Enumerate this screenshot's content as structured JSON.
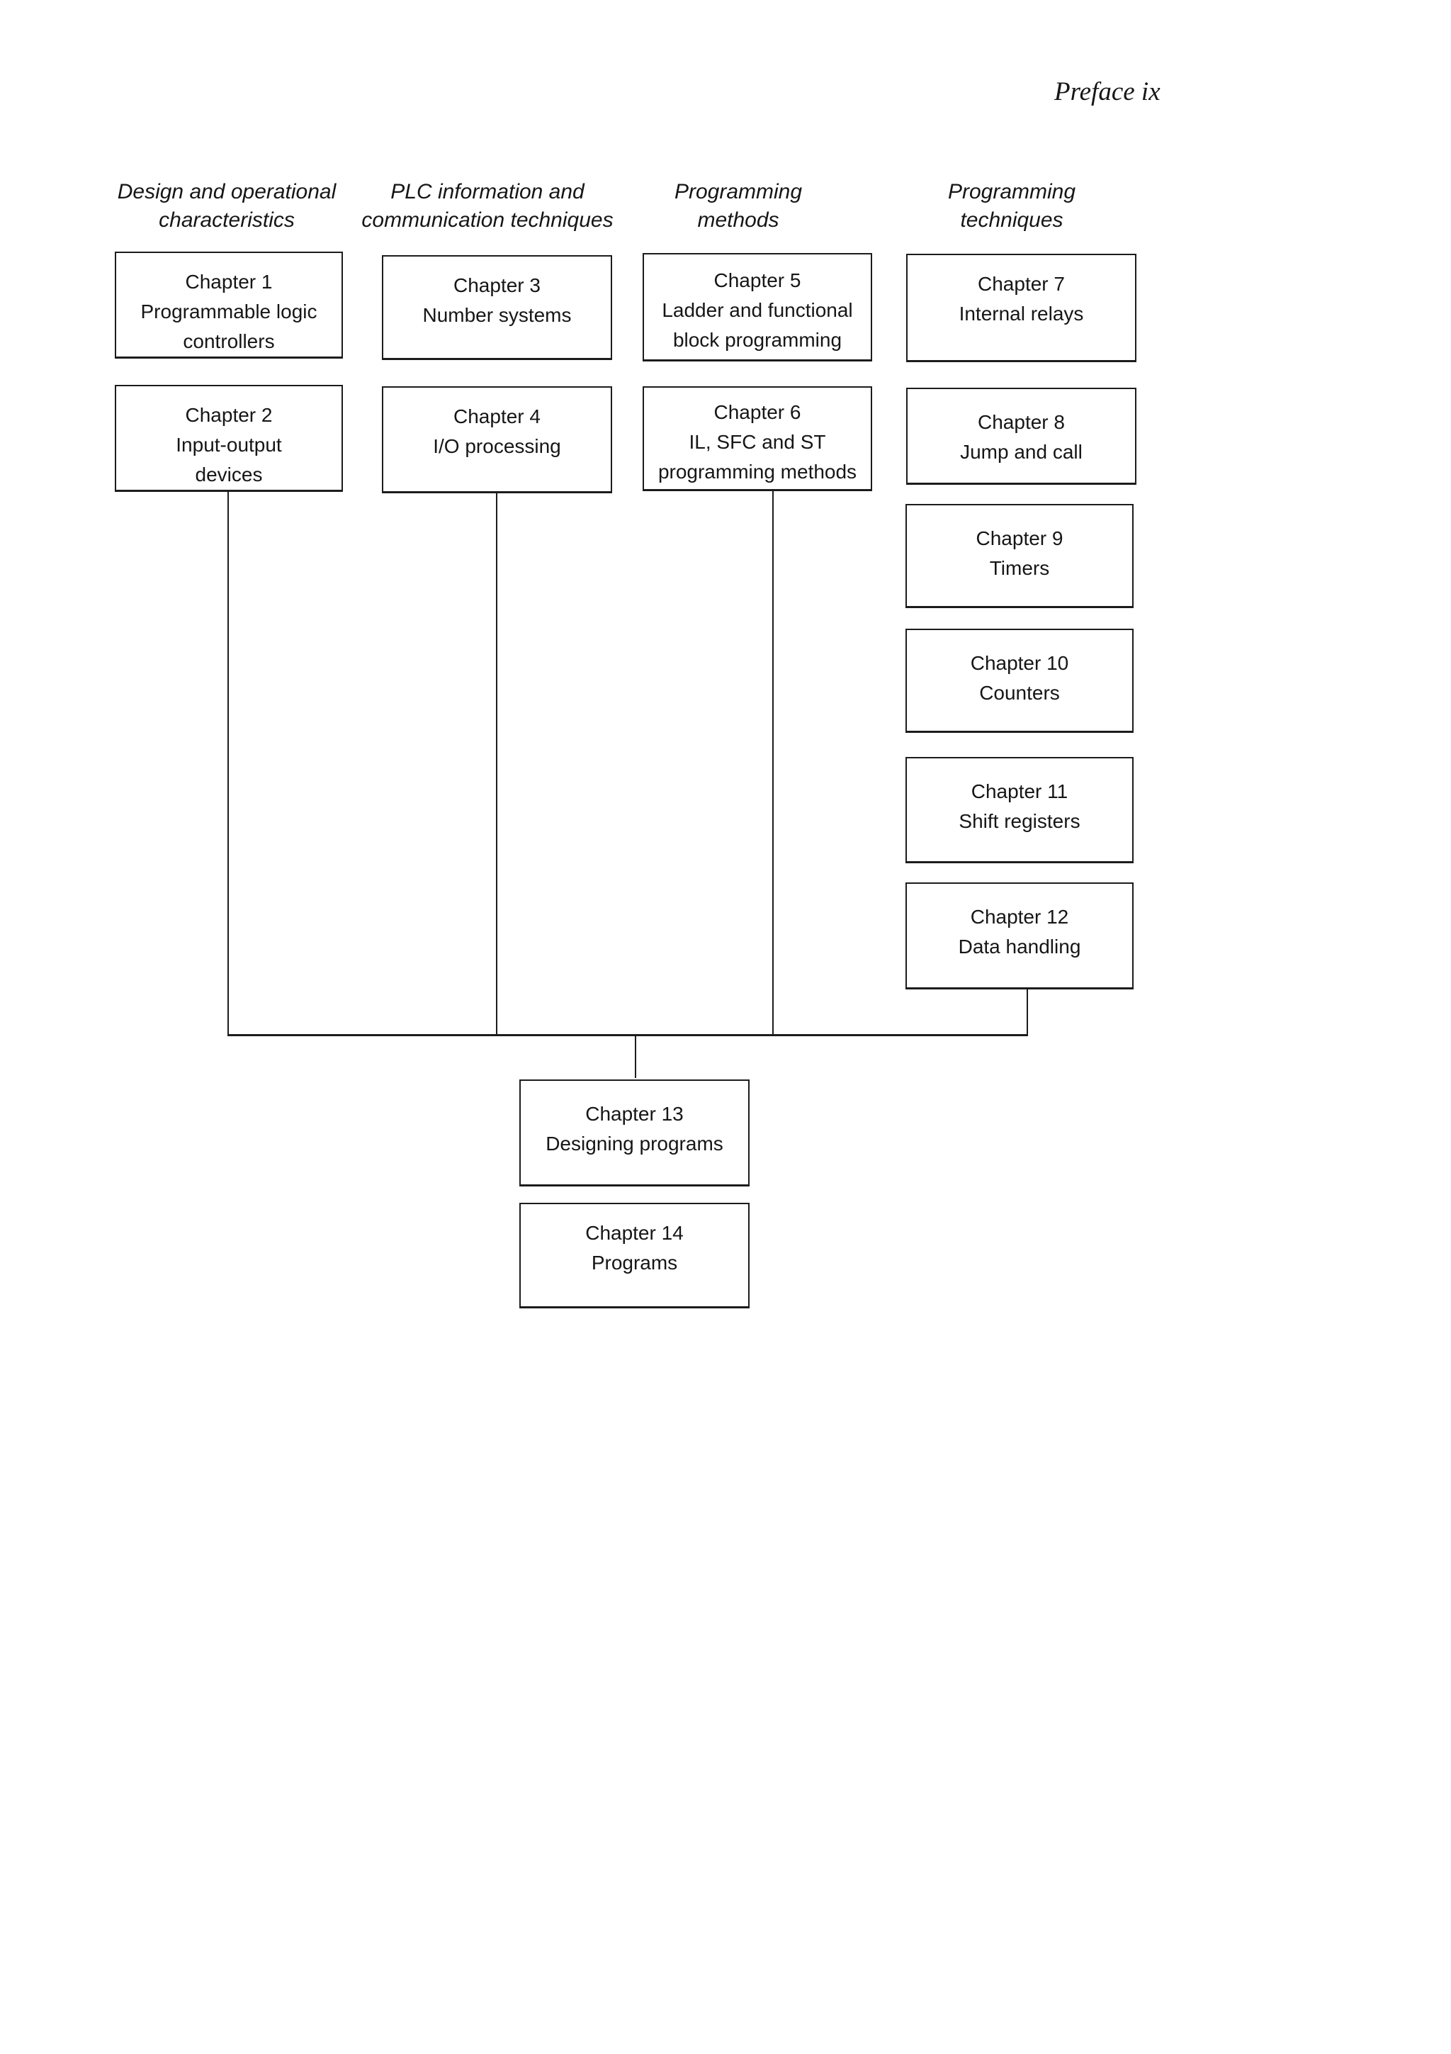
{
  "page_header": {
    "text": "Preface ix"
  },
  "column_headers": [
    {
      "line1": "Design and operational",
      "line2": "characteristics"
    },
    {
      "line1": "PLC information and",
      "line2": "communication techniques"
    },
    {
      "line1": "Programming",
      "line2": "methods"
    },
    {
      "line1": "Programming",
      "line2": "techniques"
    }
  ],
  "chapters": [
    {
      "title": "Chapter 1",
      "lines": [
        "Programmable logic",
        "controllers"
      ]
    },
    {
      "title": "Chapter 2",
      "lines": [
        "Input-output",
        "devices"
      ]
    },
    {
      "title": "Chapter 3",
      "lines": [
        "Number systems"
      ]
    },
    {
      "title": "Chapter 4",
      "lines": [
        "I/O processing"
      ]
    },
    {
      "title": "Chapter 5",
      "lines": [
        "Ladder and functional",
        "block programming"
      ]
    },
    {
      "title": "Chapter 6",
      "lines": [
        "IL, SFC and ST",
        "programming methods"
      ]
    },
    {
      "title": "Chapter 7",
      "lines": [
        "Internal relays"
      ]
    },
    {
      "title": "Chapter 8",
      "lines": [
        "Jump and call"
      ]
    },
    {
      "title": "Chapter 9",
      "lines": [
        "Timers"
      ]
    },
    {
      "title": "Chapter 10",
      "lines": [
        "Counters"
      ]
    },
    {
      "title": "Chapter 11",
      "lines": [
        "Shift registers"
      ]
    },
    {
      "title": "Chapter 12",
      "lines": [
        "Data handling"
      ]
    },
    {
      "title": "Chapter 13",
      "lines": [
        "Designing programs"
      ]
    },
    {
      "title": "Chapter 14",
      "lines": [
        "Programs"
      ]
    }
  ],
  "colors": {
    "ink": "#1c1c1c",
    "background": "#ffffff"
  }
}
